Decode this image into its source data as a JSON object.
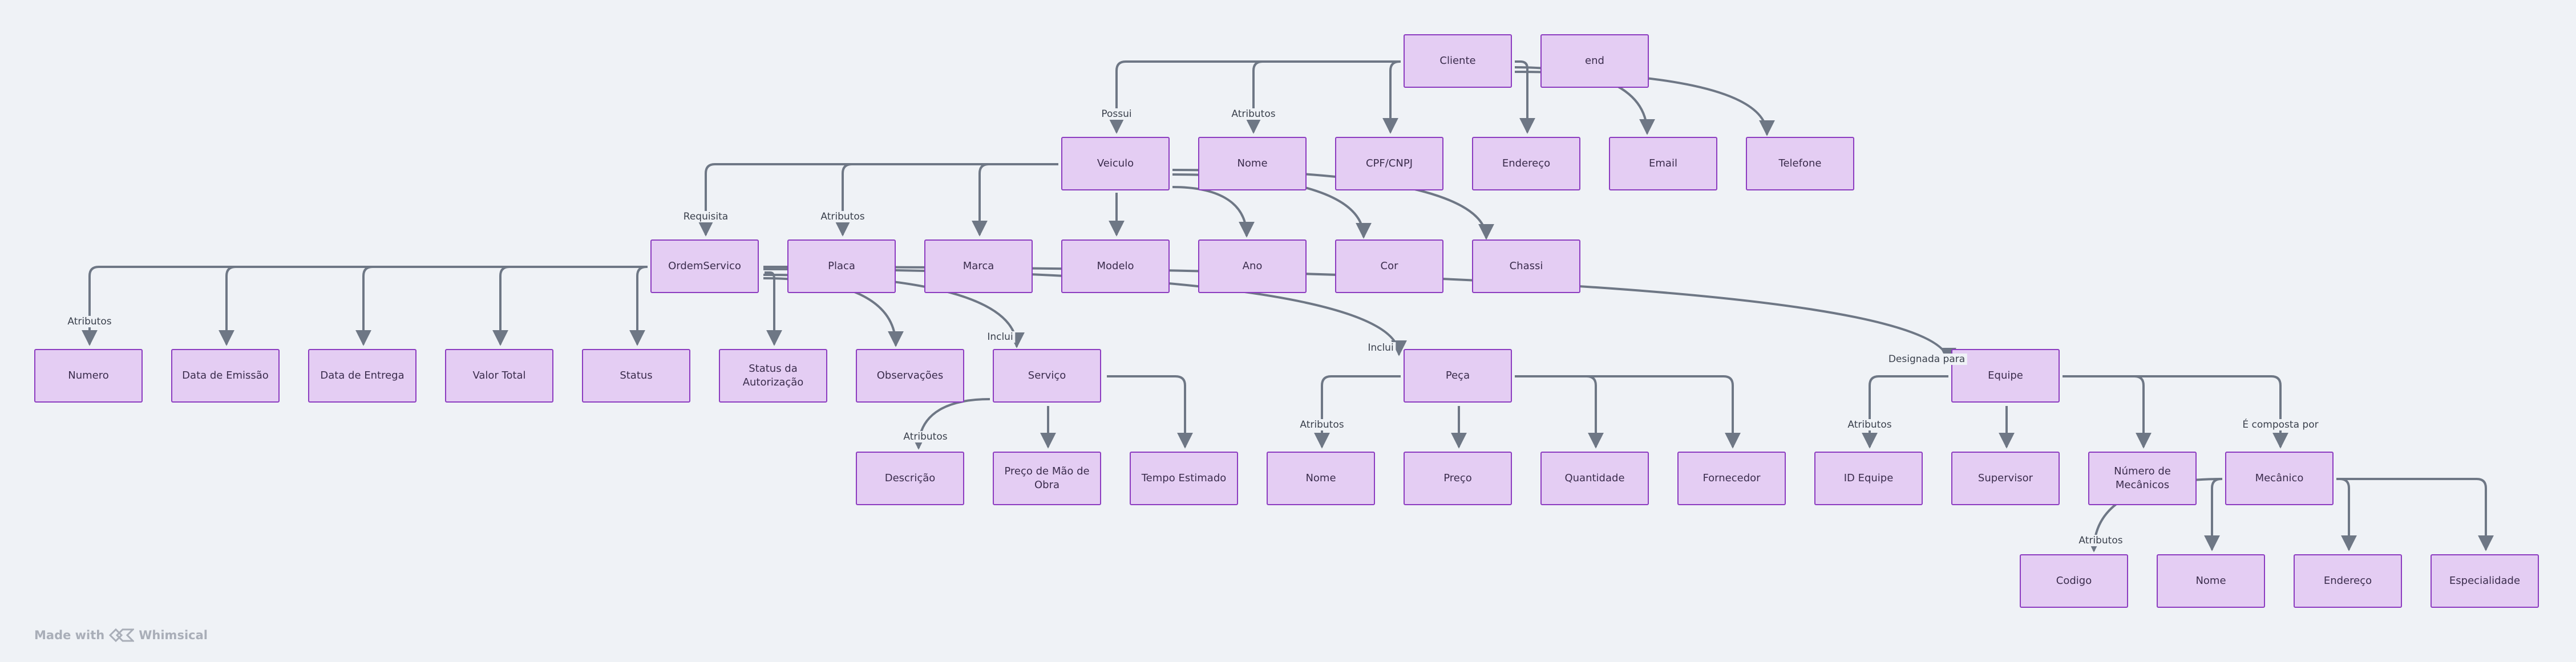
{
  "colors": {
    "node_fill": "#e4cdf3",
    "node_border": "#8c3cc0",
    "edge": "#6e7785",
    "background": "#eff2f6"
  },
  "nodes": {
    "cliente": "Cliente",
    "end": "end",
    "veiculo": "Veiculo",
    "cli_nome": "Nome",
    "cpf": "CPF/CNPJ",
    "cli_endereco": "Endereço",
    "email": "Email",
    "telefone": "Telefone",
    "ordem": "OrdemServico",
    "placa": "Placa",
    "marca": "Marca",
    "modelo": "Modelo",
    "ano": "Ano",
    "cor": "Cor",
    "chassi": "Chassi",
    "numero": "Numero",
    "data_emissao": "Data de Emissão",
    "data_entrega": "Data de Entrega",
    "valor_total": "Valor Total",
    "status": "Status",
    "status_autorizacao": "Status da Autorização",
    "observacoes": "Observações",
    "servico": "Serviço",
    "peca": "Peça",
    "equipe": "Equipe",
    "descricao": "Descrição",
    "preco_mao": "Preço de Mão de Obra",
    "tempo": "Tempo Estimado",
    "peca_nome": "Nome",
    "preco": "Preço",
    "quantidade": "Quantidade",
    "fornecedor": "Fornecedor",
    "id_equipe": "ID Equipe",
    "supervisor": "Supervisor",
    "num_mecanicos": "Número de Mecânicos",
    "mecanico": "Mecânico",
    "codigo": "Codigo",
    "mec_nome": "Nome",
    "mec_endereco": "Endereço",
    "especialidade": "Especialidade"
  },
  "edge_labels": {
    "possui": "Possui",
    "atributos_cliente": "Atributos",
    "requisita": "Requisita",
    "atributos_veiculo": "Atributos",
    "atributos_ordem": "Atributos",
    "inclui_servico": "Inclui",
    "inclui_peca": "Inclui",
    "designada": "Designada para",
    "atributos_servico": "Atributos",
    "atributos_peca": "Atributos",
    "atributos_equipe": "Atributos",
    "composta": "É composta por",
    "atributos_mecanico": "Atributos"
  },
  "footer": {
    "made_with": "Made with",
    "brand": "Whimsical"
  }
}
